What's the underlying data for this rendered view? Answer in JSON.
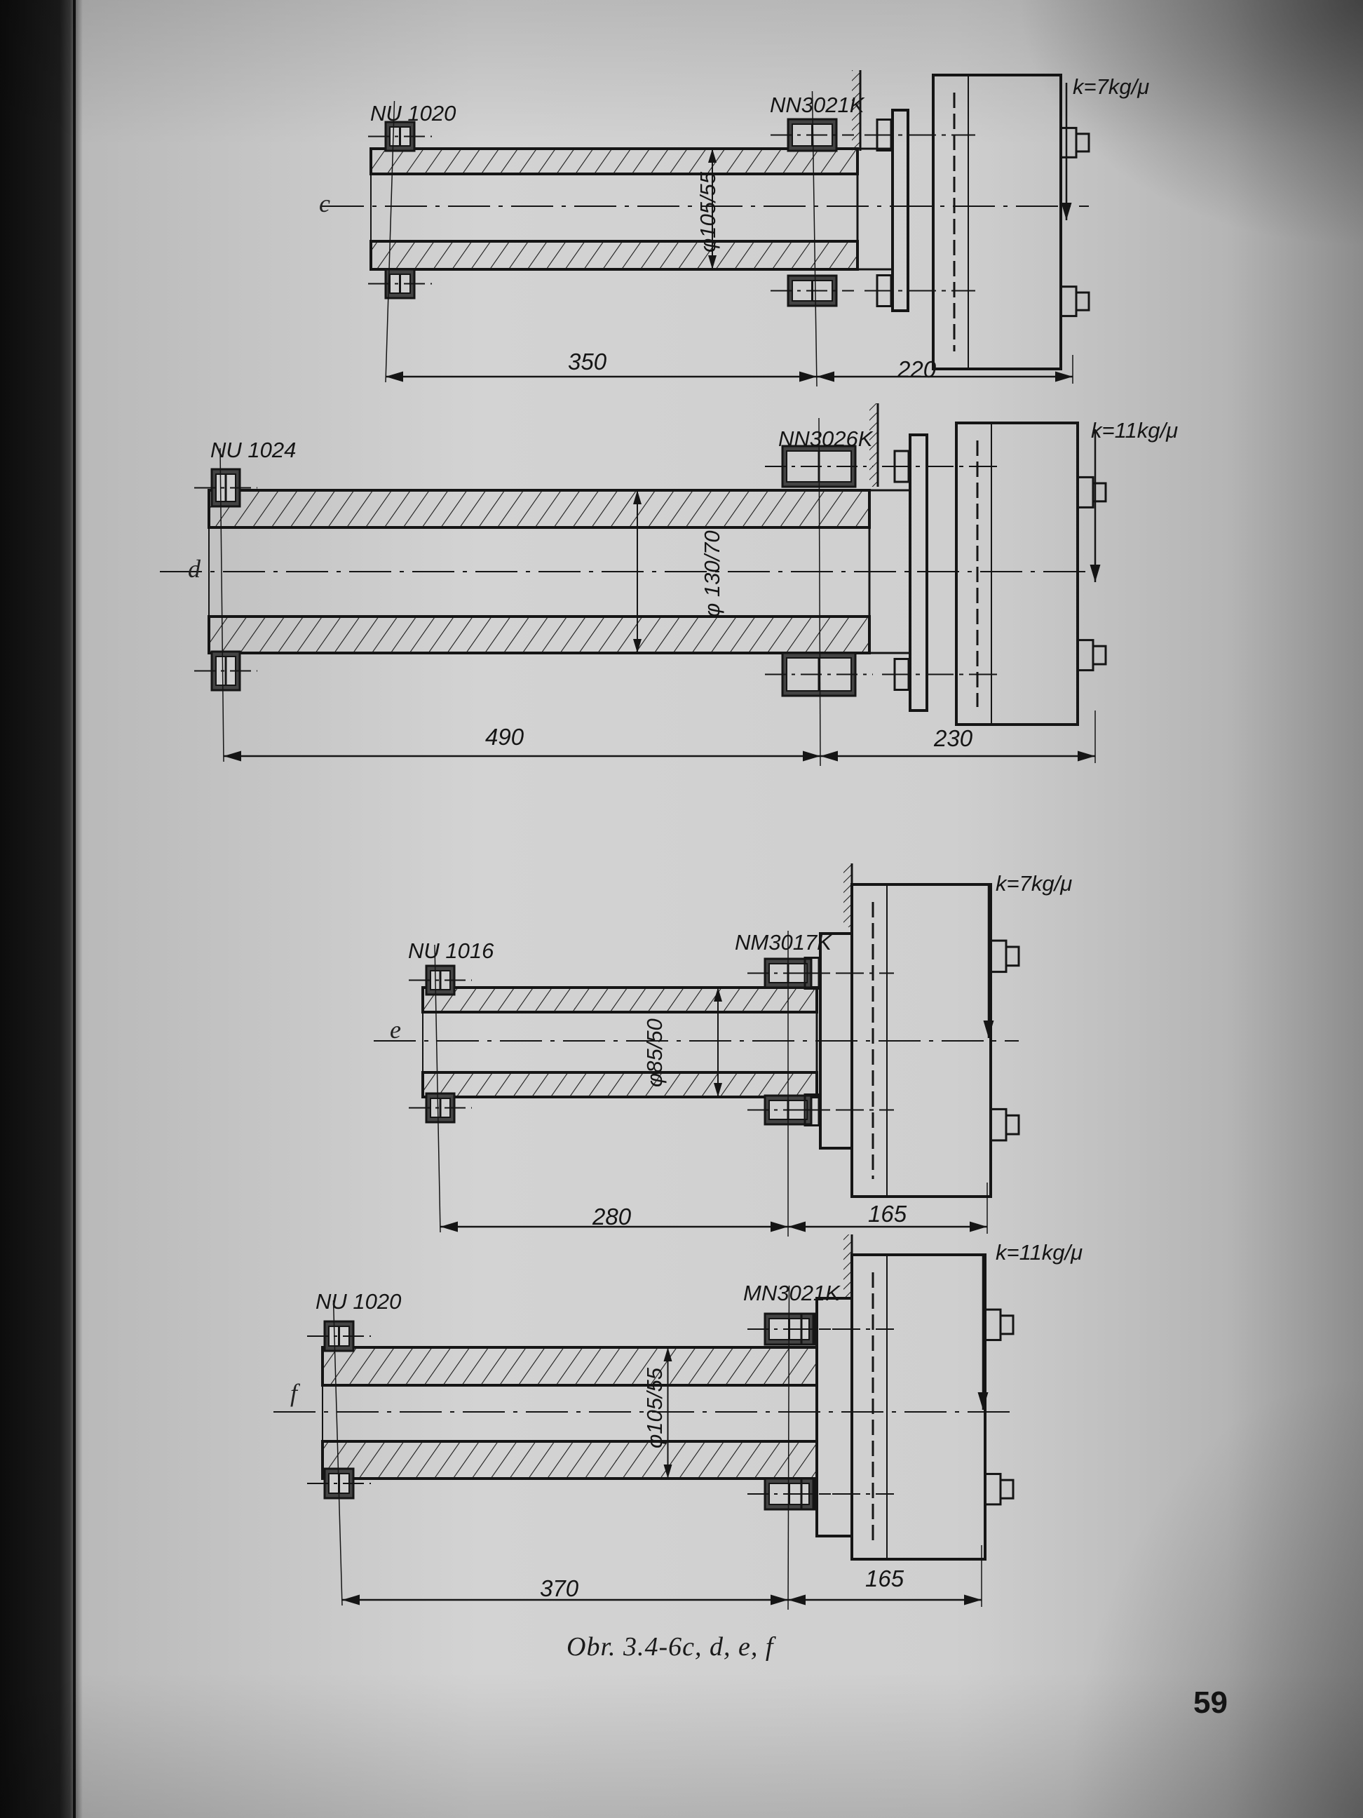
{
  "figures": [
    {
      "id": "c",
      "left_bearing": "NU 1020",
      "right_bearing": "NN3021K",
      "load": "k=7kg/μ",
      "diameter": "φ105/55",
      "dim_span": "350",
      "dim_overhang": "220"
    },
    {
      "id": "d",
      "left_bearing": "NU 1024",
      "right_bearing": "NN3026K",
      "load": "k=11kg/μ",
      "diameter": "φ 130/70",
      "dim_span": "490",
      "dim_overhang": "230"
    },
    {
      "id": "e",
      "left_bearing": "NU 1016",
      "right_bearing": "NM3017K",
      "load": "k=7kg/μ",
      "diameter": "φ85/50",
      "dim_span": "280",
      "dim_overhang": "165"
    },
    {
      "id": "f",
      "left_bearing": "NU 1020",
      "right_bearing": "MN3021K",
      "load": "k=11kg/μ",
      "diameter": "φ105/55",
      "dim_span": "370",
      "dim_overhang": "165"
    }
  ],
  "caption": "Obr. 3.4-6c, d, e, f",
  "page_number": "59",
  "colors": {
    "ink": "#151515",
    "paper": "#d3d3d3"
  }
}
